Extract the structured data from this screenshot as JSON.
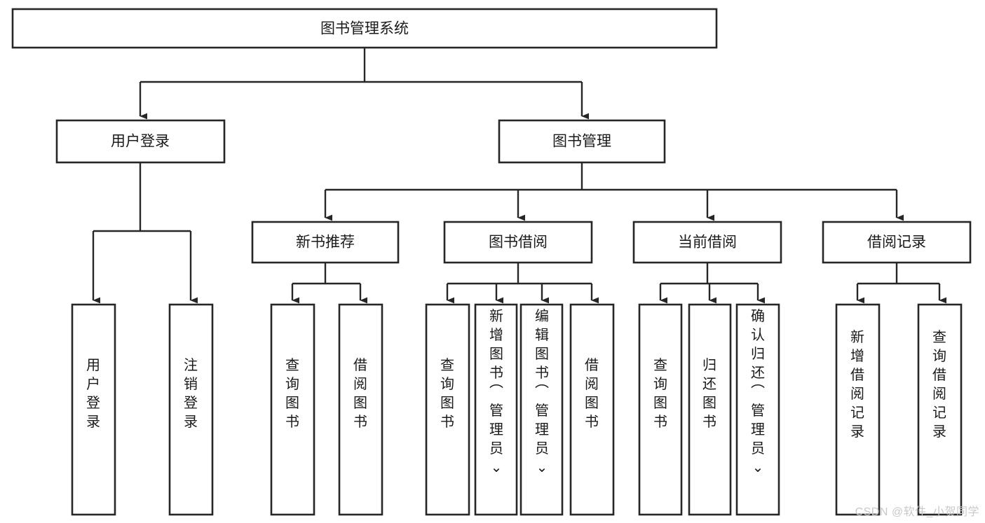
{
  "diagram": {
    "title": "图书管理系统",
    "type": "hierarchy-tree",
    "watermark": "CSDN @软件_小贺同学",
    "colors": {
      "stroke": "#262626",
      "fill": "#ffffff",
      "text": "#1a1a1a",
      "watermark": "#c9c9c9"
    },
    "root": {
      "label": "图书管理系统"
    },
    "level2": [
      {
        "label": "用户登录"
      },
      {
        "label": "图书管理"
      }
    ],
    "level3": [
      {
        "label": "新书推荐"
      },
      {
        "label": "图书借阅"
      },
      {
        "label": "当前借阅"
      },
      {
        "label": "借阅记录"
      }
    ],
    "leaves": {
      "user_login": [
        {
          "label": "用户登录"
        },
        {
          "label": "注销登录"
        }
      ],
      "new_book_recommend": [
        {
          "label": "查询图书"
        },
        {
          "label": "借阅图书"
        }
      ],
      "book_borrow": [
        {
          "label": "查询图书"
        },
        {
          "label": "新增图书（管理员）"
        },
        {
          "label": "编辑图书（管理员）"
        },
        {
          "label": "借阅图书"
        }
      ],
      "current_borrow": [
        {
          "label": "查询图书"
        },
        {
          "label": "归还图书"
        },
        {
          "label": "确认归还（管理员）"
        }
      ],
      "borrow_records": [
        {
          "label": "新增借阅记录"
        },
        {
          "label": "查询借阅记录"
        }
      ]
    }
  }
}
